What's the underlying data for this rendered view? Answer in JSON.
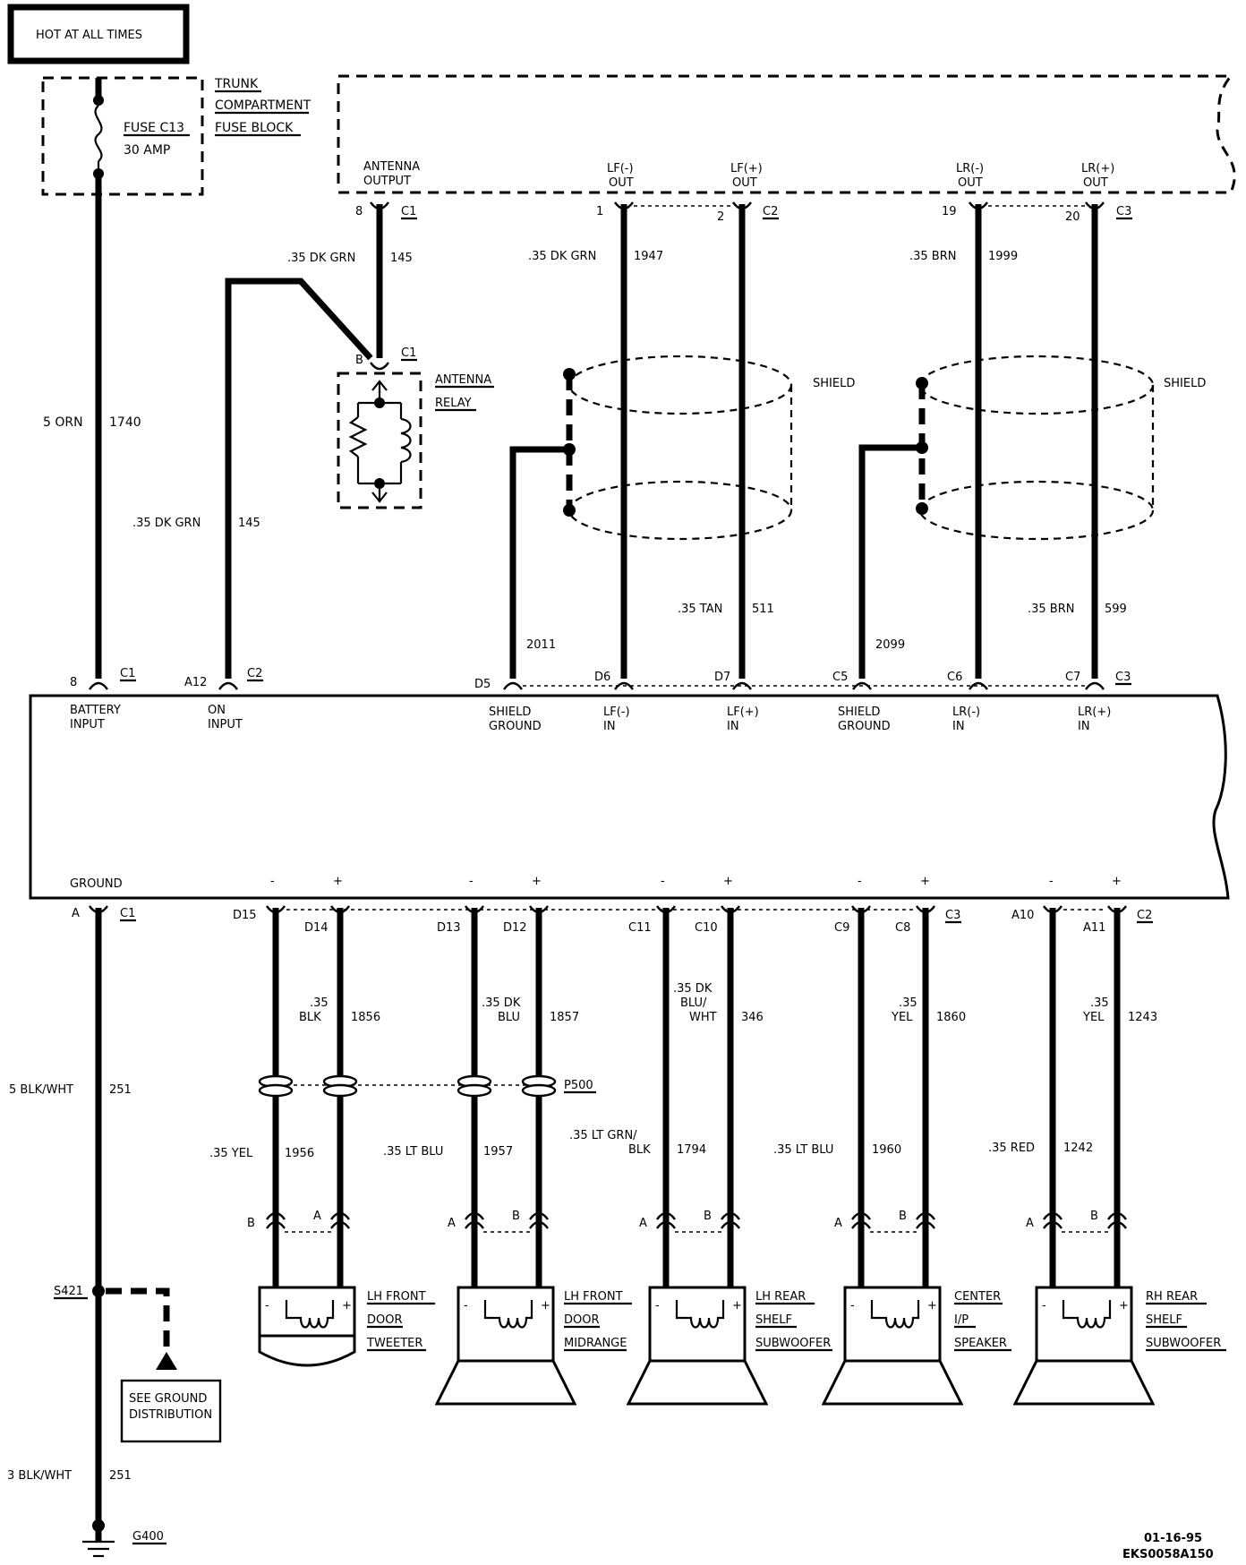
{
  "banner": "HOT AT ALL TIMES",
  "fuse_block": {
    "line1": "TRUNK",
    "line2": "COMPARTMENT",
    "line3": "FUSE BLOCK",
    "fuse": "FUSE C13",
    "rating": "30 AMP"
  },
  "top_outputs": {
    "antenna": [
      "ANTENNA",
      "OUTPUT"
    ],
    "lf_neg": [
      "LF(-)",
      "OUT"
    ],
    "lf_pos": [
      "LF(+)",
      "OUT"
    ],
    "lr_neg": [
      "LR(-)",
      "OUT"
    ],
    "lr_pos": [
      "LR(+)",
      "OUT"
    ]
  },
  "top_pins": {
    "p8": "8",
    "c1a": "C1",
    "p1": "1",
    "p2": "2",
    "c2a": "C2",
    "p19": "19",
    "p20": "20",
    "c3a": "C3"
  },
  "top_wires": {
    "w145_gauge": ".35 DK GRN",
    "w145_num": "145",
    "w1947_gauge": ".35 DK GRN",
    "w1947_num": "1947",
    "w1999_gauge": ".35 BRN",
    "w1999_num": "1999"
  },
  "relay": {
    "pin": "B",
    "conn": "C1",
    "label1": "ANTENNA",
    "label2": "RELAY"
  },
  "shield_label": "SHIELD",
  "mid_wires": {
    "w1740_gauge": "5 ORN",
    "w1740_num": "1740",
    "w145b_gauge": ".35 DK GRN",
    "w145b_num": "145",
    "w2011_num": "2011",
    "w511_gauge": ".35 TAN",
    "w511_num": "511",
    "w2099_num": "2099",
    "w599_gauge": ".35 BRN",
    "w599_num": "599"
  },
  "radio_top_pins": {
    "p8": "8",
    "c1": "C1",
    "a12": "A12",
    "c2": "C2",
    "d5": "D5",
    "d6": "D6",
    "d7": "D7",
    "c5": "C5",
    "c6": "C6",
    "c7": "C7",
    "c3": "C3"
  },
  "radio_top_labels": {
    "battery": [
      "BATTERY",
      "INPUT"
    ],
    "on": [
      "ON",
      "INPUT"
    ],
    "sg1": [
      "SHIELD",
      "GROUND"
    ],
    "lfn": [
      "LF(-)",
      "IN"
    ],
    "lfp": [
      "LF(+)",
      "IN"
    ],
    "sg2": [
      "SHIELD",
      "GROUND"
    ],
    "lrn": [
      "LR(-)",
      "IN"
    ],
    "lrp": [
      "LR(+)",
      "IN"
    ]
  },
  "radio_bottom": {
    "ground": "GROUND",
    "minus": "-",
    "plus": "+"
  },
  "radio_bottom_pins": {
    "a": "A",
    "c1": "C1",
    "d15": "D15",
    "d14": "D14",
    "d13": "D13",
    "d12": "D12",
    "c11": "C11",
    "c10": "C10",
    "c9": "C9",
    "c8": "C8",
    "c3": "C3",
    "a10": "A10",
    "a11": "A11",
    "c2": "C2"
  },
  "lower_wires": {
    "w251_gauge": "5 BLK/WHT",
    "w251_num": "251",
    "w1856_g1": ".35",
    "w1856_g2": "BLK",
    "w1856_num": "1856",
    "w1857_g1": ".35 DK",
    "w1857_g2": "BLU",
    "w1857_num": "1857",
    "w346_g1": ".35 DK",
    "w346_g2": "BLU/",
    "w346_g3": "WHT",
    "w346_num": "346",
    "w1860_g1": ".35",
    "w1860_g2": "YEL",
    "w1860_num": "1860",
    "w1243_g1": ".35",
    "w1243_g2": "YEL",
    "w1243_num": "1243",
    "p500": "P500",
    "w1956_gauge": ".35 YEL",
    "w1956_num": "1956",
    "w1957_gauge": ".35 LT BLU",
    "w1957_num": "1957",
    "w1794_g1": ".35 LT GRN/",
    "w1794_g2": "BLK",
    "w1794_num": "1794",
    "w1960_gauge": ".35 LT BLU",
    "w1960_num": "1960",
    "w1242_gauge": ".35 RED",
    "w1242_num": "1242"
  },
  "speaker_pins": {
    "b": "B",
    "a": "A"
  },
  "speakers": [
    {
      "l1": "LH FRONT",
      "l2": "DOOR",
      "l3": "TWEETER"
    },
    {
      "l1": "LH FRONT",
      "l2": "DOOR",
      "l3": "MIDRANGE"
    },
    {
      "l1": "LH REAR",
      "l2": "SHELF",
      "l3": "SUBWOOFER"
    },
    {
      "l1": "CENTER",
      "l2": "I/P",
      "l3": "SPEAKER"
    },
    {
      "l1": "RH REAR",
      "l2": "SHELF",
      "l3": "SUBWOOFER"
    }
  ],
  "speaker_signs": {
    "minus": "-",
    "plus": "+"
  },
  "ground": {
    "splice": "S421",
    "see1": "SEE GROUND",
    "see2": "DISTRIBUTION",
    "w251b_gauge": "3 BLK/WHT",
    "w251b_num": "251",
    "g400": "G400"
  },
  "footer": {
    "date": "01-16-95",
    "code": "EKS0058A150"
  }
}
